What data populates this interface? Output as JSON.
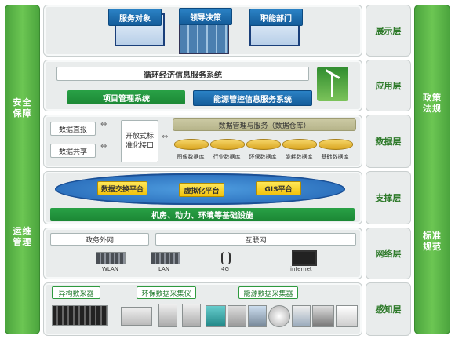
{
  "side_left": {
    "top": [
      "安全",
      "保障"
    ],
    "bottom": [
      "运维",
      "管理"
    ]
  },
  "side_right": {
    "top": [
      "政策",
      "法规"
    ],
    "bottom": [
      "标准",
      "规范"
    ]
  },
  "layers": {
    "display": "展示层",
    "application": "应用层",
    "data": "数据层",
    "support": "支撑层",
    "network": "网络层",
    "perception": "感知层"
  },
  "display": {
    "items": [
      "服务对象",
      "领导决策",
      "职能部门"
    ]
  },
  "application": {
    "title": "循环经济信息服务系统",
    "items": [
      "能源管控信息服务系统",
      "项目管理系统"
    ]
  },
  "data": {
    "center_title": "数据管理与服务（数据仓库）",
    "left_items": [
      "数据直报",
      "数据共享"
    ],
    "exchange": "开放式标准化接口",
    "dbs": [
      "基础数据库",
      "能耗数据库",
      "环保数据库",
      "行业数据库",
      "图像数据库"
    ]
  },
  "support": {
    "platforms": [
      "数据交换平台",
      "虚拟化平台",
      "GIS平台"
    ],
    "infra": "机房、动力、环境等基础设施"
  },
  "network": {
    "left": "政务外网",
    "right": "互联网",
    "items": [
      "WLAN",
      "LAN",
      "4G",
      "internet"
    ]
  },
  "perception": {
    "items": [
      "异构数采器",
      "环保数据采集仪",
      "能源数据采集器"
    ]
  }
}
